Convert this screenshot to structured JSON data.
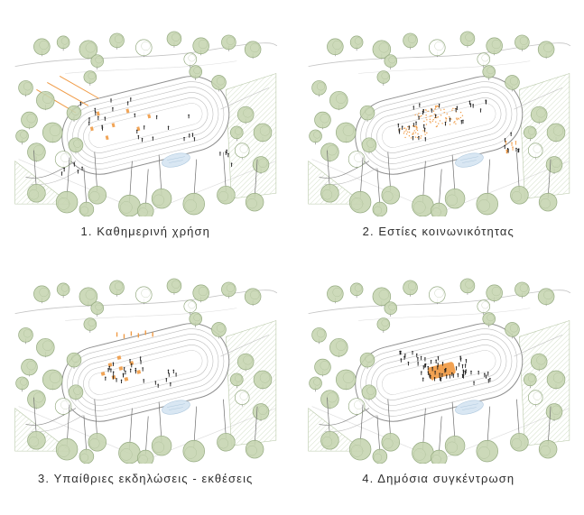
{
  "page": {
    "background": "#ffffff"
  },
  "palette": {
    "accent_orange": "#f09a44",
    "tree_green": "#c6d5b1",
    "tree_outline": "#94aa80",
    "hatch_green": "#a9c193",
    "water_blue": "#d9e7f3",
    "water_outline": "#aec8de",
    "line_gray": "#8f8f8f",
    "light_gray": "#c4c4c4",
    "figure_black": "#1c1c1c"
  },
  "panels": [
    {
      "id": 1,
      "caption": "1. Καθημερινή χρήση",
      "scene": "daily-use"
    },
    {
      "id": 2,
      "caption": "2. Εστίες κοινωνικότητας",
      "scene": "sociability-hubs"
    },
    {
      "id": 3,
      "caption": "3. Υπαίθριες εκδηλώσεις - εκθέσεις",
      "scene": "outdoor-events-exhibitions"
    },
    {
      "id": 4,
      "caption": "4. Δημόσια συγκέντρωση",
      "scene": "public-gathering"
    }
  ]
}
